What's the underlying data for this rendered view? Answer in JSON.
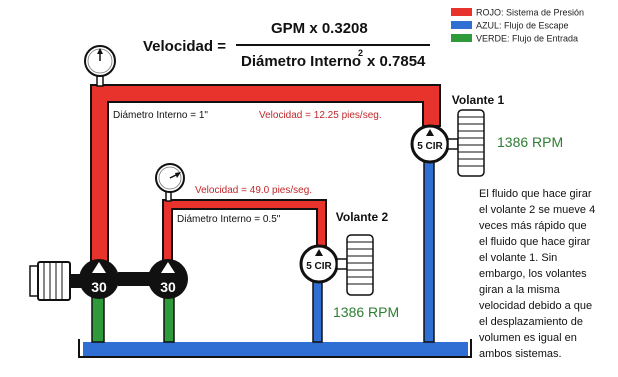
{
  "formula": {
    "lhs": "Velocidad =",
    "numerator": "GPM  x 0.3208",
    "denominator_main": "Diámetro Interno",
    "denominator_exp": "2",
    "denominator_tail": "x 0.7854"
  },
  "legend": [
    {
      "label": "ROJO: Sistema de Presión",
      "color": "#e8322c"
    },
    {
      "label": "AZUL: Flujo de Escape",
      "color": "#2f6fd3"
    },
    {
      "label": "VERDE: Flujo de Entrada",
      "color": "#2e9a3a"
    }
  ],
  "line1": {
    "diameter": "Diámetro Interno = 1\"",
    "velocity": "Velocidad = 12.25 pies/seg."
  },
  "line2": {
    "velocity": "Velocidad = 49.0 pies/seg.",
    "diameter": "Diámetro  Interno = 0.5\""
  },
  "motor1": {
    "title": "Volante 1",
    "badge": "5 CIR",
    "rpm": "1386 RPM"
  },
  "motor2": {
    "title": "Volante 2",
    "badge": "5 CIR",
    "rpm": "1386 RPM"
  },
  "pump1": {
    "value": "30"
  },
  "pump2": {
    "value": "30"
  },
  "description": [
    "El fluido que hace girar",
    "el volante 2 se mueve 4",
    "veces más rápido que",
    "el fluido que hace girar",
    "el volante 1. Sin",
    "embargo, los volantes",
    "giran a la misma",
    "velocidad debido a que",
    "el desplazamiento de",
    "volumen es igual en",
    "ambos sistemas."
  ],
  "colors": {
    "pressure": "#e8322c",
    "exhaust": "#2f6fd3",
    "intake": "#2e9a3a",
    "dark": "#111111",
    "velocity_text": "#c0282a",
    "rpm_text": "#2e7d32"
  }
}
